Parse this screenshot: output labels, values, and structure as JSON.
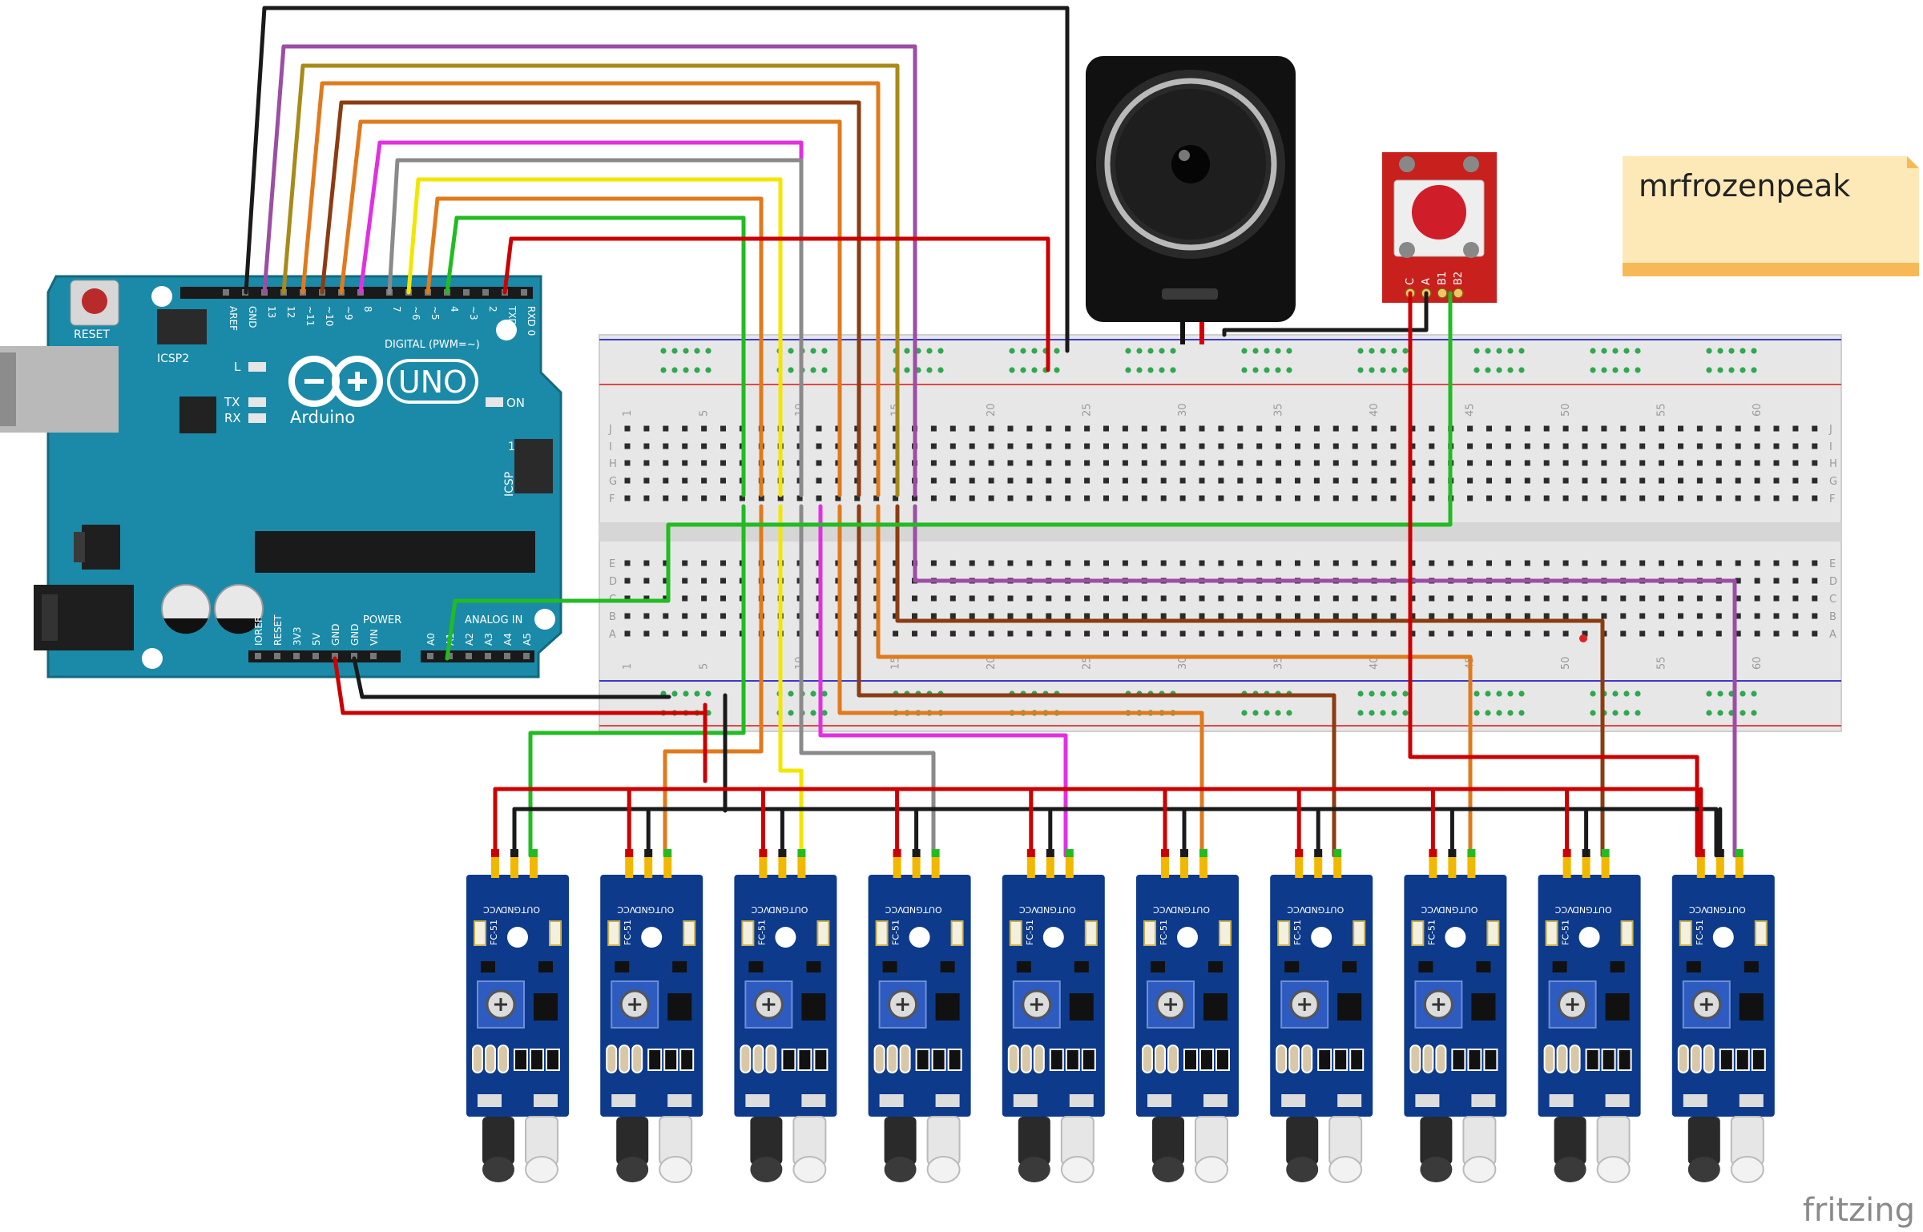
{
  "note": {
    "text": "mrfrozenpeak"
  },
  "brand": {
    "text": "fritzing"
  },
  "arduino": {
    "brand": "Arduino",
    "model": "UNO",
    "reset_label": "RESET",
    "icsp2_label": "ICSP2",
    "icsp_label": "ICSP",
    "digital_label": "DIGITAL (PWM=~)",
    "power_label": "POWER",
    "analog_label": "ANALOG IN",
    "led_l": "L",
    "led_tx": "TX",
    "led_rx": "RX",
    "led_on": "ON",
    "icsp_pin1": "1",
    "digital_pins": [
      "AREF",
      "GND",
      "13",
      "12",
      "~11",
      "~10",
      "~9",
      "8",
      "7",
      "~6",
      "~5",
      "4",
      "~3",
      "2",
      "TXD 1",
      "RXD 0"
    ],
    "power_pins": [
      "IOREF",
      "RESET",
      "3V3",
      "5V",
      "GND",
      "GND",
      "VIN"
    ],
    "analog_pins": [
      "A0",
      "A1",
      "A2",
      "A3",
      "A4",
      "A5"
    ]
  },
  "breadboard": {
    "col_numbers": [
      "1",
      "5",
      "10",
      "15",
      "20",
      "25",
      "30",
      "35",
      "40",
      "45",
      "50",
      "55",
      "60"
    ],
    "row_letters_top": [
      "J",
      "I",
      "H",
      "G",
      "F"
    ],
    "row_letters_bottom": [
      "E",
      "D",
      "C",
      "B",
      "A"
    ]
  },
  "button_module": {
    "pins": [
      "C",
      "A",
      "B1",
      "B2"
    ]
  },
  "sensor_module": {
    "count": 10,
    "pins": [
      "OUT",
      "GND",
      "VCC"
    ],
    "model": "FC-51"
  },
  "colors": {
    "arduino_board": "#1b8aa8",
    "wire_red": "#cc0000",
    "wire_black": "#1a1a1a",
    "wire_green": "#22bb22",
    "sensor_board": "#0d3a8a",
    "note_bg": "#fde9b8",
    "note_bar": "#f7b955"
  }
}
